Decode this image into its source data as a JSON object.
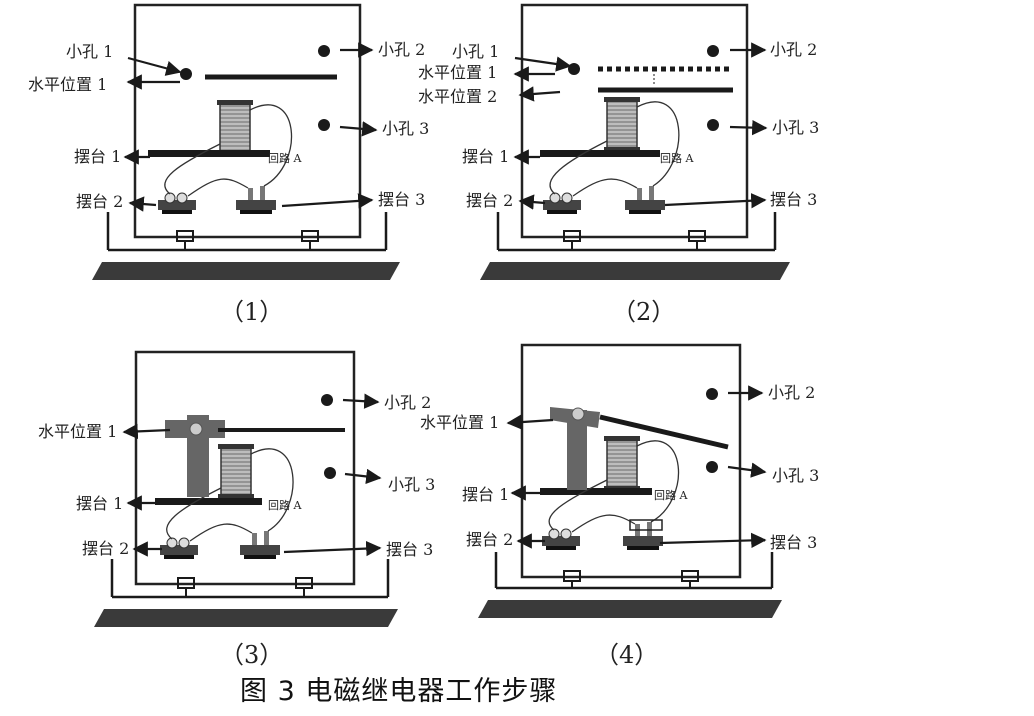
{
  "title": "图 3  电磁继电器工作步骤",
  "panels": [
    {
      "caption": "（1）",
      "labels": {
        "hole1": "小孔 1",
        "hole2": "小孔 2",
        "hole3": "小孔 3",
        "level1": "水平位置 1",
        "stage1": "摆台 1",
        "stage2": "摆台 2",
        "stage3": "摆台 3",
        "circuit": "回路 A"
      }
    },
    {
      "caption": "（2）",
      "labels": {
        "hole1": "小孔 1",
        "hole2": "小孔 2",
        "hole3": "小孔 3",
        "level1": "水平位置 1",
        "level2": "水平位置 2",
        "stage1": "摆台 1",
        "stage2": "摆台 2",
        "stage3": "摆台 3",
        "circuit": "回路 A"
      }
    },
    {
      "caption": "（3）",
      "labels": {
        "hole2": "小孔 2",
        "hole3": "小孔 3",
        "level1": "水平位置 1",
        "stage1": "摆台 1",
        "stage2": "摆台 2",
        "stage3": "摆台 3",
        "circuit": "回路 A"
      }
    },
    {
      "caption": "（4）",
      "labels": {
        "hole2": "小孔 2",
        "hole3": "小孔 3",
        "level1": "水平位置 1",
        "stage1": "摆台 1",
        "stage2": "摆台 2",
        "stage3": "摆台 3",
        "circuit": "回路 A"
      }
    }
  ],
  "colors": {
    "line": "#1a1a1a",
    "frame": "#222222",
    "base": "#3a3a3a",
    "armature": "#666666",
    "coil": "#9a9a9a"
  }
}
